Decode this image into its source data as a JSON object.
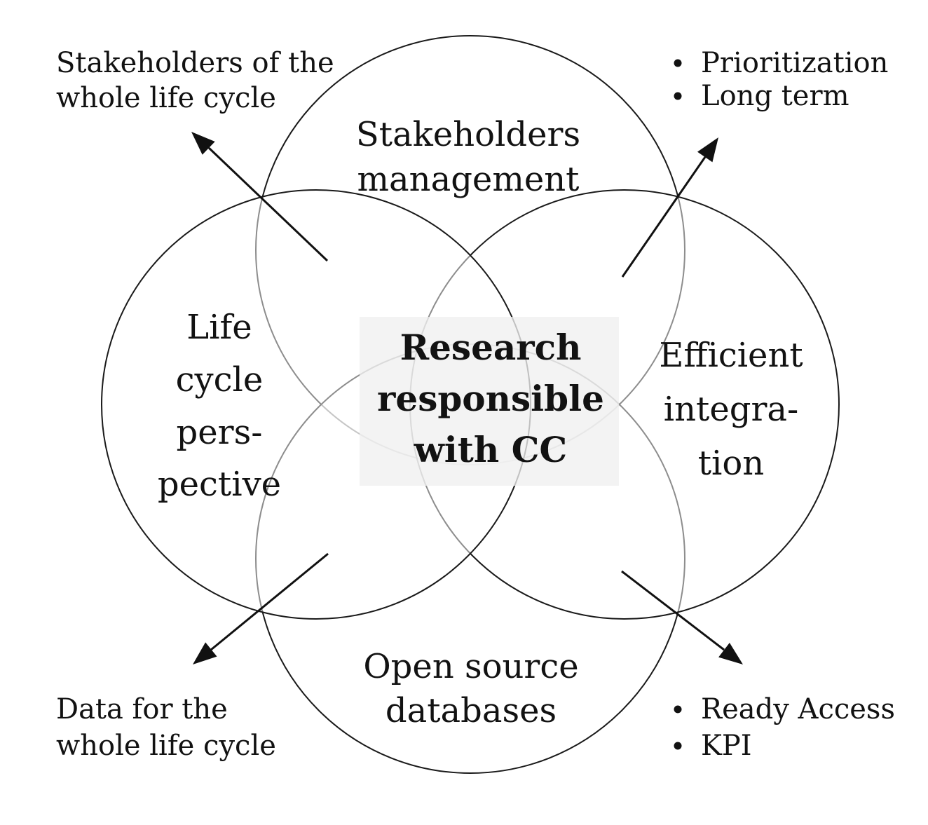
{
  "venn": {
    "colors": {
      "stroke": "#1a1a1a",
      "text": "#121212",
      "center_box": "#f0f0f0",
      "background": "#ffffff"
    },
    "top_circle": {
      "lines": [
        "Stakeholders",
        "management"
      ]
    },
    "left_circle": {
      "lines": [
        "Life",
        "cycle",
        "pers-",
        "pective"
      ]
    },
    "right_circle": {
      "lines": [
        "Efficient",
        "integra-",
        "tion"
      ]
    },
    "bottom_circle": {
      "lines": [
        "Open source",
        "databases"
      ]
    },
    "center": {
      "lines": [
        "Research",
        "responsible",
        "with CC"
      ]
    },
    "annotations": {
      "top_left": {
        "lines": [
          "Stakeholders of the",
          "whole life cycle"
        ]
      },
      "top_right": {
        "bullets": [
          "Prioritization",
          "Long term"
        ]
      },
      "bottom_left": {
        "lines": [
          "Data for the",
          "whole life cycle"
        ]
      },
      "bottom_right": {
        "bullets": [
          "Ready Access",
          "KPI"
        ]
      }
    }
  }
}
